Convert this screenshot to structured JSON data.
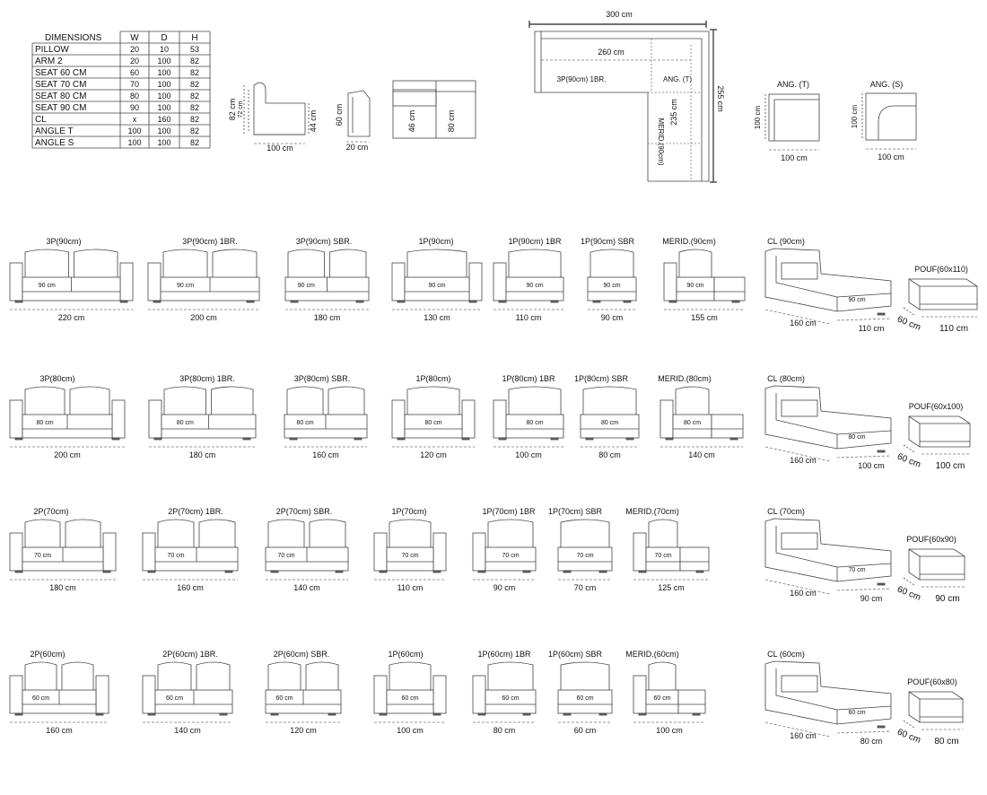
{
  "dimensions_table": {
    "headers": [
      "DIMENSIONS",
      "W",
      "D",
      "H"
    ],
    "rows": [
      [
        "PILLOW",
        "20",
        "10",
        "53"
      ],
      [
        "ARM 2",
        "20",
        "100",
        "82"
      ],
      [
        "SEAT 60 CM",
        "60",
        "100",
        "82"
      ],
      [
        "SEAT 70 CM",
        "70",
        "100",
        "82"
      ],
      [
        "SEAT 80 CM",
        "80",
        "100",
        "82"
      ],
      [
        "SEAT 90 CM",
        "90",
        "100",
        "82"
      ],
      [
        "CL",
        "x",
        "160",
        "82"
      ],
      [
        "ANGLE  T",
        "100",
        "100",
        "82"
      ],
      [
        "ANGLE  S",
        "100",
        "100",
        "82"
      ]
    ]
  },
  "side_view": {
    "height": "82 cm",
    "inner_height": "72 cm",
    "seat_height": "44 cm",
    "depth": "100 cm"
  },
  "pillow_view": {
    "height": "60 cm",
    "width": "20 cm"
  },
  "seat_section": {
    "seat": "46 cm",
    "back": "80 cm"
  },
  "plan": {
    "total_width": "300 cm",
    "inner_width": "260 cm",
    "left_label": "3P(90cm) 1BR.",
    "corner_label": "ANG. (T)",
    "merid_label": "MERID.(90cm)",
    "inner_depth": "235 cm",
    "total_depth": "255 cm"
  },
  "angles": [
    {
      "title": "ANG. (T)",
      "height": "100 cm",
      "width": "100 cm"
    },
    {
      "title": "ANG. (S)",
      "height": "100 cm",
      "width": "100 cm"
    }
  ],
  "rows": [
    {
      "items": [
        {
          "title": "3P(90cm)",
          "seat": "90 cm",
          "width": "220 cm"
        },
        {
          "title": "3P(90cm) 1BR.",
          "seat": "90 cm",
          "width": "200 cm"
        },
        {
          "title": "3P(90cm) SBR.",
          "seat": "90 cm",
          "width": "180 cm"
        },
        {
          "title": "1P(90cm)",
          "seat": "90 cm",
          "width": "130 cm"
        },
        {
          "title": "1P(90cm) 1BR",
          "seat": "90 cm",
          "width": "110 cm"
        },
        {
          "title": "1P(90cm) SBR",
          "seat": "90 cm",
          "width": "90 cm"
        },
        {
          "title": "MERID.(90cm)",
          "seat": "90 cm",
          "width": "155 cm"
        }
      ],
      "cl": {
        "title": "CL (90cm)",
        "seat": "90 cm",
        "length": "160 cm",
        "width": "110 cm"
      },
      "pouf": {
        "title": "POUF(60x110)",
        "depth": "60 cm",
        "width": "110 cm"
      }
    },
    {
      "items": [
        {
          "title": "3P(80cm)",
          "seat": "80 cm",
          "width": "200 cm"
        },
        {
          "title": "3P(80cm) 1BR.",
          "seat": "80 cm",
          "width": "180 cm"
        },
        {
          "title": "3P(80cm) SBR.",
          "seat": "80 cm",
          "width": "160 cm"
        },
        {
          "title": "1P(80cm)",
          "seat": "80 cm",
          "width": "120 cm"
        },
        {
          "title": "1P(80cm) 1BR",
          "seat": "80 cm",
          "width": "100 cm"
        },
        {
          "title": "1P(80cm) SBR",
          "seat": "80 cm",
          "width": "80 cm"
        },
        {
          "title": "MERID.(80cm)",
          "seat": "80 cm",
          "width": "140 cm"
        }
      ],
      "cl": {
        "title": "CL (80cm)",
        "seat": "80 cm",
        "length": "160 cm",
        "width": "100 cm"
      },
      "pouf": {
        "title": "POUF(60x100)",
        "depth": "60 cm",
        "width": "100 cm"
      }
    },
    {
      "items": [
        {
          "title": "2P(70cm)",
          "seat": "70 cm",
          "width": "180 cm"
        },
        {
          "title": "2P(70cm) 1BR.",
          "seat": "70 cm",
          "width": "160 cm"
        },
        {
          "title": "2P(70cm) SBR.",
          "seat": "70 cm",
          "width": "140 cm"
        },
        {
          "title": "1P(70cm)",
          "seat": "70 cm",
          "width": "110 cm"
        },
        {
          "title": "1P(70cm) 1BR",
          "seat": "70 cm",
          "width": "90 cm"
        },
        {
          "title": "1P(70cm) SBR",
          "seat": "70 cm",
          "width": "70 cm"
        },
        {
          "title": "MERID.(70cm)",
          "seat": "70 cm",
          "width": "125 cm"
        }
      ],
      "cl": {
        "title": "CL (70cm)",
        "seat": "70 cm",
        "length": "160 cm",
        "width": "90 cm"
      },
      "pouf": {
        "title": "POUF(60x90)",
        "depth": "60 cm",
        "width": "90 cm"
      }
    },
    {
      "items": [
        {
          "title": "2P(60cm)",
          "seat": "60 cm",
          "width": "160 cm"
        },
        {
          "title": "2P(60cm) 1BR.",
          "seat": "60 cm",
          "width": "140 cm"
        },
        {
          "title": "2P(60cm) SBR.",
          "seat": "60 cm",
          "width": "120 cm"
        },
        {
          "title": "1P(60cm)",
          "seat": "60 cm",
          "width": "100 cm"
        },
        {
          "title": "1P(60cm) 1BR",
          "seat": "60 cm",
          "width": "80 cm"
        },
        {
          "title": "1P(60cm) SBR",
          "seat": "60 cm",
          "width": "60 cm"
        },
        {
          "title": "MERID.(60cm)",
          "seat": "60 cm",
          "width": "100 cm"
        }
      ],
      "cl": {
        "title": "CL (60cm)",
        "seat": "60 cm",
        "length": "160 cm",
        "width": "80 cm"
      },
      "pouf": {
        "title": "POUF(60x80)",
        "depth": "60 cm",
        "width": "80 cm"
      }
    }
  ]
}
